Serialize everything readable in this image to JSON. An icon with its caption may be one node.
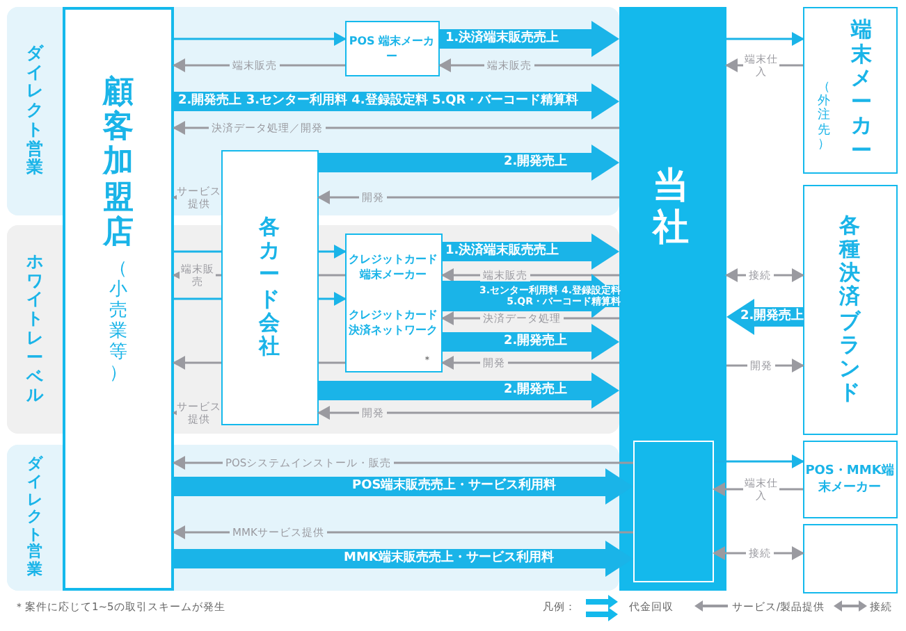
{
  "diagram": {
    "nodes": [
      {
        "text": [
          "ダイレクト営業"
        ]
      },
      {
        "text": [
          "ホワイトレーベル"
        ]
      },
      {
        "text": [
          "ダイレクト営業"
        ]
      },
      {
        "text": [
          "顧客加盟店",
          "（小売業等）"
        ]
      },
      {
        "text": [
          "POS 端末メーカー"
        ]
      },
      {
        "text": [
          "各カード会社"
        ]
      },
      {
        "text": [
          "クレジットカード端末メーカー",
          "クレジットカード決済ネットワーク",
          "＊"
        ]
      },
      {
        "text": [
          "当社"
        ]
      },
      {
        "text": [],
        "shape": "box",
        "in": 7
      },
      {
        "text": [
          "（外注先）",
          "端末メーカー"
        ]
      },
      {
        "text": [
          "各種決済ブランド"
        ]
      },
      {
        "text": [
          "POS・MMK端末メーカー"
        ]
      },
      {
        "text": [],
        "shape": "box"
      }
    ],
    "edges": [
      {
        "from": 3,
        "to": 4,
        "arrow": "to",
        "color": "#1ab4e8"
      },
      {
        "from": 4,
        "to": 7,
        "arrow": "to",
        "label": "1.決済端末販売売上",
        "style": "thick",
        "color": "#1ab4e8"
      },
      {
        "from": 4,
        "to": 3,
        "arrow": "to",
        "label": "端末販売"
      },
      {
        "from": 7,
        "to": 4,
        "arrow": "to",
        "label": "端末販売"
      },
      {
        "from": 3,
        "to": 7,
        "arrow": "to",
        "label": "2.開発売上 3.センター利用料 4.登録設定料 5.QR・バーコード精算料",
        "style": "thick",
        "color": "#1ab4e8"
      },
      {
        "from": 7,
        "to": 3,
        "arrow": "to",
        "label": "決済データ処理／開発"
      },
      {
        "from": 5,
        "to": 7,
        "arrow": "to",
        "label": "2.開発売上",
        "style": "thick",
        "color": "#1ab4e8"
      },
      {
        "from": 5,
        "to": 3,
        "arrow": "to",
        "label": "サービス提供"
      },
      {
        "from": 7,
        "to": 5,
        "arrow": "to",
        "label": "開発"
      },
      {
        "from": 3,
        "to": 5,
        "arrow": "none",
        "color": "#1ab4e8"
      },
      {
        "from": 5,
        "to": 6,
        "arrow": "to",
        "color": "#1ab4e8"
      },
      {
        "from": 6,
        "to": 7,
        "arrow": "to",
        "label": "1.決済端末販売売上",
        "style": "thick",
        "color": "#1ab4e8"
      },
      {
        "from": 6,
        "to": 5,
        "arrow": "none"
      },
      {
        "from": 5,
        "to": 3,
        "arrow": "to",
        "label": "端末販売"
      },
      {
        "from": 7,
        "to": 6,
        "arrow": "to",
        "label": "端末販売"
      },
      {
        "from": 3,
        "to": 5,
        "arrow": "none",
        "color": "#1ab4e8"
      },
      {
        "from": 5,
        "to": 6,
        "arrow": "to",
        "color": "#1ab4e8"
      },
      {
        "from": 6,
        "to": 7,
        "arrow": "to",
        "label": "3.センター利用料 4.登録設定料 5.QR・バーコード精算料",
        "style": "thick",
        "color": "#1ab4e8"
      },
      {
        "from": 7,
        "to": 6,
        "arrow": "to",
        "label": "決済データ処理"
      },
      {
        "from": 6,
        "to": 7,
        "arrow": "to",
        "label": "2.開発売上",
        "style": "thick",
        "color": "#1ab4e8"
      },
      {
        "from": 6,
        "to": 5,
        "arrow": "none"
      },
      {
        "from": 5,
        "to": 3,
        "arrow": "to"
      },
      {
        "from": 7,
        "to": 6,
        "arrow": "to",
        "label": "開発"
      },
      {
        "from": 5,
        "to": 7,
        "arrow": "to",
        "label": "2.開発売上",
        "style": "thick",
        "color": "#1ab4e8"
      },
      {
        "from": 5,
        "to": 3,
        "arrow": "to",
        "label": "サービス提供"
      },
      {
        "from": 7,
        "to": 5,
        "arrow": "to",
        "label": "開発"
      },
      {
        "from": 8,
        "to": 3,
        "arrow": "to",
        "label": "POSシステムインストール・販売"
      },
      {
        "from": 3,
        "to": 8,
        "arrow": "to",
        "label": "POS端末販売売上・サービス利用料",
        "style": "thick",
        "color": "#1ab4e8"
      },
      {
        "from": 8,
        "to": 3,
        "arrow": "to",
        "label": "MMKサービス提供"
      },
      {
        "from": 3,
        "to": 8,
        "arrow": "to",
        "label": "MMK端末販売売上・サービス利用料",
        "style": "thick",
        "color": "#1ab4e8"
      },
      {
        "from": 7,
        "to": 9,
        "arrow": "to",
        "color": "#1ab4e8"
      },
      {
        "from": 9,
        "to": 7,
        "arrow": "to",
        "label": "端末仕入"
      },
      {
        "from": 7,
        "to": 10,
        "arrow": "both",
        "label": "接続"
      },
      {
        "from": 10,
        "to": 7,
        "arrow": "to",
        "label": "2.開発売上",
        "style": "thick",
        "color": "#1ab4e8"
      },
      {
        "from": 7,
        "to": 10,
        "arrow": "to",
        "label": "開発"
      },
      {
        "from": 8,
        "to": 11,
        "arrow": "to",
        "color": "#1ab4e8"
      },
      {
        "from": 11,
        "to": 8,
        "arrow": "to",
        "label": "端末仕入"
      },
      {
        "from": 8,
        "to": 12,
        "arrow": "both",
        "label": "接続"
      }
    ],
    "labels": [
      "＊案件に応じて1~5の取引スキームが発生",
      "凡例："
    ],
    "legend": [
      {
        "text": "代金回収"
      },
      {
        "text": "サービス/製品提供"
      },
      {
        "text": "接続"
      }
    ]
  }
}
